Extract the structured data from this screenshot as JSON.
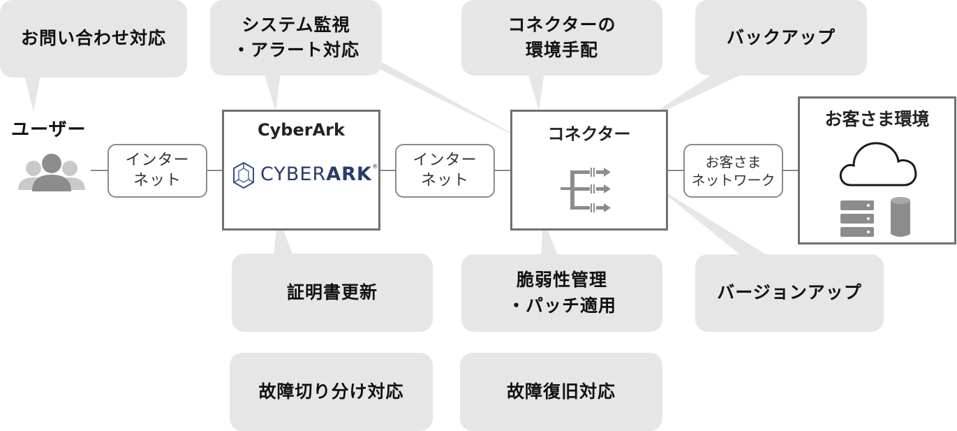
{
  "user": {
    "label": "ユーザー"
  },
  "internet_1": {
    "label": "インター\nネット"
  },
  "internet_2": {
    "label": "インター\nネット"
  },
  "customer_network": {
    "label": "お客さま\nネットワーク"
  },
  "cyberark": {
    "title": "CyberArk",
    "logo_light": "CYBER",
    "logo_bold": "ARK",
    "logo_mark": "®"
  },
  "connector": {
    "title": "コネクター"
  },
  "customer_env": {
    "title": "お客さま環境"
  },
  "callouts": {
    "inquiry": "お問い合わせ対応",
    "monitoring": "システム監視\n・アラート対応",
    "connector_env": "コネクターの\n環境手配",
    "backup": "バックアップ",
    "cert_renewal": "証明書更新",
    "vuln_mgmt": "脆弱性管理\n・パッチ適用",
    "version_up": "バージョンアップ",
    "fault_isolation": "故障切り分け対応",
    "fault_recovery": "故障復旧対応"
  },
  "colors": {
    "callout_bg": "#e6e6e6",
    "box_border": "#707070",
    "icon_gray": "#8c8c8c",
    "logo_navy": "#2a3a6a"
  }
}
